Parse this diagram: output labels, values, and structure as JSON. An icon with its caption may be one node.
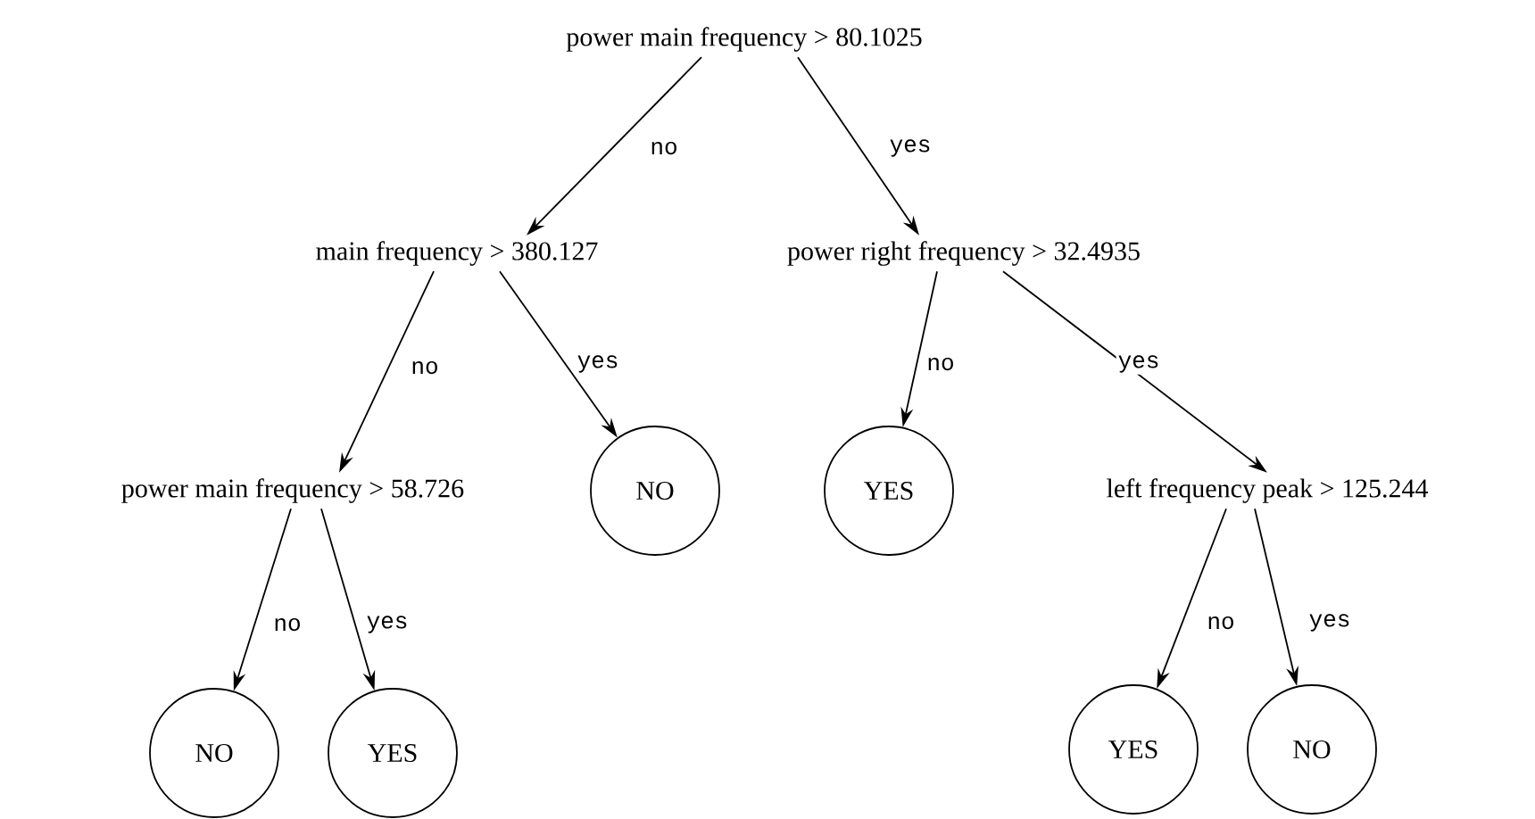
{
  "diagram": {
    "nodes": [
      {
        "text": [
          "power main frequency > 80.1025"
        ]
      },
      {
        "text": [
          "main frequency > 380.127"
        ]
      },
      {
        "text": [
          "power right frequency > 32.4935"
        ]
      },
      {
        "text": [
          "power main frequency > 58.726"
        ]
      },
      {
        "text": [
          "NO"
        ]
      },
      {
        "text": [
          "YES"
        ]
      },
      {
        "text": [
          "left frequency peak > 125.244"
        ]
      },
      {
        "text": [
          "NO"
        ]
      },
      {
        "text": [
          "YES"
        ]
      },
      {
        "text": [
          "YES"
        ]
      },
      {
        "text": [
          "NO"
        ]
      }
    ],
    "edges": [
      {
        "from": 0,
        "to": 1,
        "arrow": "to",
        "label": "no"
      },
      {
        "from": 0,
        "to": 2,
        "arrow": "to",
        "label": "yes"
      },
      {
        "from": 1,
        "to": 3,
        "arrow": "to",
        "label": "no"
      },
      {
        "from": 1,
        "to": 4,
        "arrow": "to",
        "label": "yes"
      },
      {
        "from": 2,
        "to": 5,
        "arrow": "to",
        "label": "no"
      },
      {
        "from": 2,
        "to": 6,
        "arrow": "to",
        "label": "yes"
      },
      {
        "from": 3,
        "to": 7,
        "arrow": "to",
        "label": "no"
      },
      {
        "from": 3,
        "to": 8,
        "arrow": "to",
        "label": "yes"
      },
      {
        "from": 6,
        "to": 9,
        "arrow": "to",
        "label": "no"
      },
      {
        "from": 6,
        "to": 10,
        "arrow": "to",
        "label": "yes"
      }
    ]
  }
}
